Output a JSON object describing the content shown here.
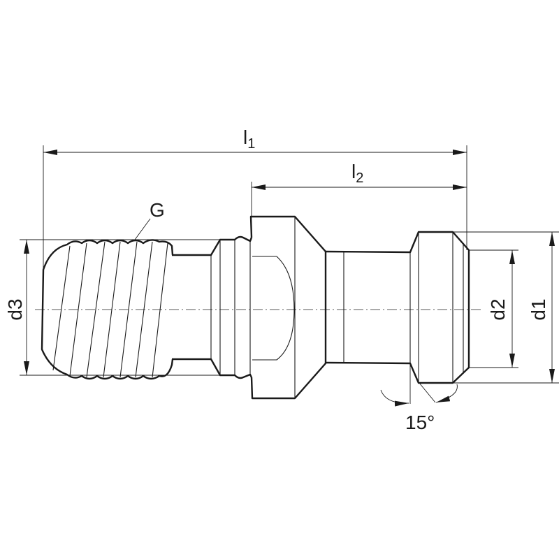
{
  "drawing": {
    "labels": {
      "l1": "l",
      "l1_sub": "1",
      "l2": "l",
      "l2_sub": "2",
      "d1": "d1",
      "d2": "d2",
      "d3": "d3",
      "thread": "G",
      "angle": "15°"
    }
  }
}
